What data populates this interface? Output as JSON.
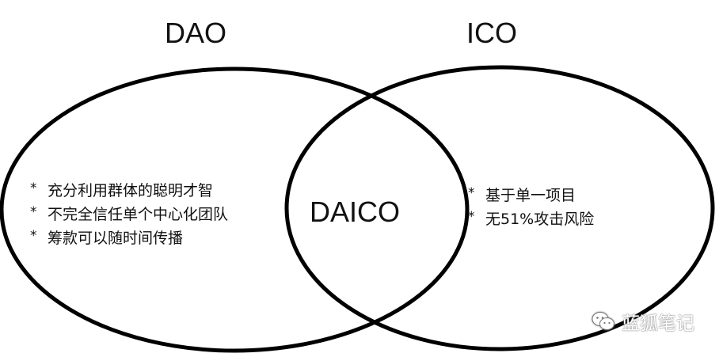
{
  "diagram": {
    "left_set": {
      "label": "DAO",
      "bullet_symbol": "*",
      "items": [
        "充分利用群体的聪明才智",
        "不完全信任单个中心化团队",
        "筹款可以随时间传播"
      ]
    },
    "right_set": {
      "label": "ICO",
      "bullet_symbol": "*",
      "items": [
        "基于单一项目",
        "无51%攻击风险"
      ]
    },
    "intersection": {
      "label": "DAICO"
    }
  },
  "watermark": {
    "icon": "wechat-icon",
    "text": "蓝狐笔记"
  },
  "colors": {
    "stroke": "#000000",
    "text": "#111111",
    "background": "#ffffff",
    "watermark_text": "#ffffff"
  }
}
